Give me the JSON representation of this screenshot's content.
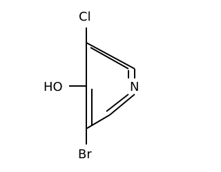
{
  "molecule": {
    "atoms": {
      "chlorine": "Cl",
      "hydroxyl": "HO",
      "nitrogen": "N",
      "bromine": "Br"
    },
    "colors": {
      "bond": "#000000",
      "label": "#000000",
      "background": "#ffffff"
    }
  }
}
